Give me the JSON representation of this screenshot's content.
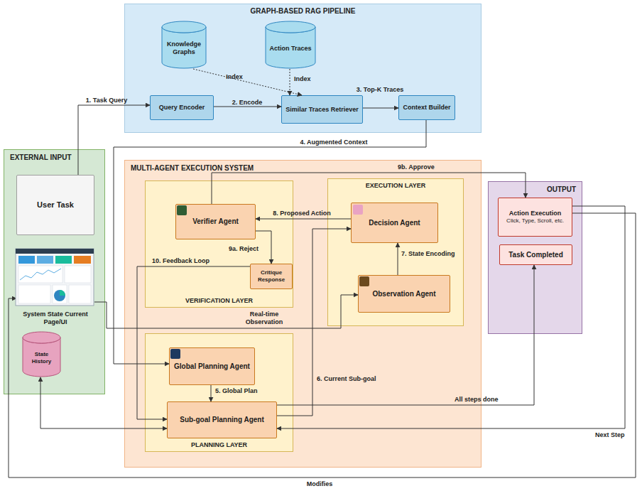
{
  "diagram": {
    "nodes": [
      {
        "text": [
          "GRAPH-BASED RAG PIPELINE"
        ]
      },
      {
        "text": [
          "Knowledge Graphs"
        ],
        "in": 0
      },
      {
        "text": [
          "Action Traces"
        ],
        "in": 0
      },
      {
        "text": [
          "Query Encoder"
        ],
        "in": 0
      },
      {
        "text": [
          "Similar Traces Retriever"
        ],
        "in": 0
      },
      {
        "text": [
          "Context Builder"
        ],
        "in": 0
      },
      {
        "text": [
          "EXTERNAL INPUT"
        ]
      },
      {
        "text": [
          "User Task"
        ],
        "in": 6
      },
      {
        "text": [
          "System State Current Page/UI"
        ],
        "in": 6
      },
      {
        "text": [
          "State History"
        ],
        "in": 6
      },
      {
        "text": [
          "MULTI-AGENT EXECUTION SYSTEM"
        ]
      },
      {
        "text": [
          "VERIFICATION LAYER"
        ],
        "in": 10
      },
      {
        "text": [
          "Verifier Agent"
        ],
        "in": 11
      },
      {
        "text": [
          "Critique Response"
        ],
        "in": 11
      },
      {
        "text": [
          "EXECUTION LAYER"
        ],
        "in": 10
      },
      {
        "text": [
          "Decision Agent"
        ],
        "in": 14
      },
      {
        "text": [
          "Observation Agent"
        ],
        "in": 14
      },
      {
        "text": [
          "PLANNING LAYER"
        ],
        "in": 10
      },
      {
        "text": [
          "Global Planning Agent"
        ],
        "in": 17
      },
      {
        "text": [
          "Sub-goal Planning Agent"
        ],
        "in": 17
      },
      {
        "text": [
          "OUTPUT"
        ]
      },
      {
        "text": [
          "Action Execution",
          "Click, Type, Scroll, etc."
        ],
        "in": 20
      },
      {
        "text": [
          "Task Completed"
        ],
        "in": 20
      }
    ],
    "edges": [
      {
        "from": 7,
        "to": 3,
        "label": "1. Task Query",
        "arrow": "to"
      },
      {
        "from": 3,
        "to": 4,
        "label": "2. Encode",
        "arrow": "to"
      },
      {
        "from": 1,
        "to": 4,
        "label": "Index",
        "arrow": "to"
      },
      {
        "from": 2,
        "to": 4,
        "label": "Index",
        "arrow": "to"
      },
      {
        "from": 4,
        "to": 5,
        "label": "3. Top-K Traces",
        "arrow": "to"
      },
      {
        "from": 5,
        "to": 18,
        "label": "4. Augmented Context",
        "arrow": "to"
      },
      {
        "from": 18,
        "to": 19,
        "label": "5. Global Plan",
        "arrow": "to"
      },
      {
        "from": 19,
        "to": 15,
        "label": "6. Current Sub-goal",
        "arrow": "to"
      },
      {
        "from": 16,
        "to": 15,
        "label": "7. State Encoding",
        "arrow": "to"
      },
      {
        "from": 15,
        "to": 12,
        "label": "8. Proposed Action",
        "arrow": "to"
      },
      {
        "from": 12,
        "to": 21,
        "label": "9b. Approve",
        "arrow": "to"
      },
      {
        "from": 12,
        "to": 13,
        "label": "9a. Reject",
        "arrow": "to"
      },
      {
        "from": 13,
        "to": 19,
        "label": "10. Feedback Loop",
        "arrow": "to"
      },
      {
        "from": 8,
        "to": 16,
        "label": "Real-time Observation",
        "arrow": "to"
      },
      {
        "from": 9,
        "to": 19,
        "arrow": "both"
      },
      {
        "from": 19,
        "to": 22,
        "label": "All steps done",
        "arrow": "to"
      },
      {
        "from": 21,
        "to": 19,
        "label": "Next Step",
        "arrow": "to"
      },
      {
        "from": 21,
        "to": 8,
        "label": "Modifies",
        "arrow": "to"
      }
    ]
  }
}
